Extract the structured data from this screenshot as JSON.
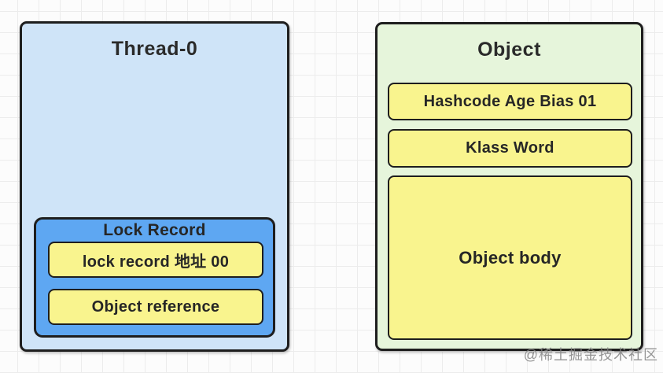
{
  "diagram": {
    "thread_box": {
      "title": "Thread-0",
      "lock_record": {
        "title": "Lock Record",
        "cells": [
          {
            "label": "lock record 地址 00"
          },
          {
            "label": "Object reference"
          }
        ]
      }
    },
    "object_box": {
      "title": "Object",
      "cells": [
        {
          "label": "Hashcode Age Bias 01"
        },
        {
          "label": "Klass Word"
        },
        {
          "label": "Object body"
        }
      ]
    },
    "watermark": "@稀土掘金技术社区"
  },
  "colors": {
    "thread_box_fill": "#cfe4f8",
    "lock_record_fill": "#5ea7f2",
    "cell_fill": "#f9f48e",
    "object_box_fill": "#e6f5db",
    "border": "#1e1e1e",
    "text": "#262626",
    "grid_line": "#ececec",
    "background": "#fcfcfc",
    "watermark_text": "#828282"
  }
}
